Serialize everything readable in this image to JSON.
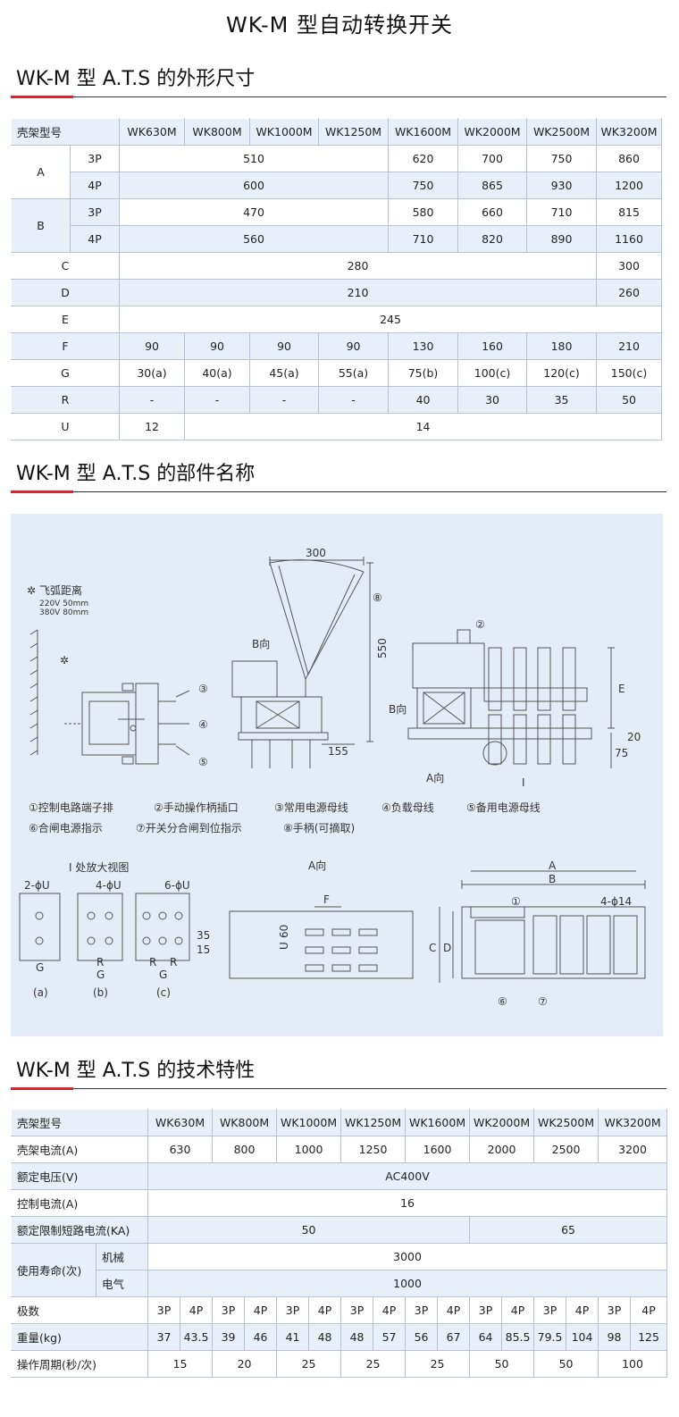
{
  "title": "WK-M 型自动转换开关",
  "sections": {
    "dimensions": "WK-M 型 A.T.S 的外形尺寸",
    "parts": "WK-M 型 A.T.S 的部件名称",
    "specs": "WK-M 型 A.T.S 的技术特性"
  },
  "dim_table": {
    "frame_label": "壳架型号",
    "models": [
      "WK630M",
      "WK800M",
      "WK1000M",
      "WK1250M",
      "WK1600M",
      "WK2000M",
      "WK2500M",
      "WK3200M"
    ],
    "A": {
      "label": "A",
      "p3": "3P",
      "p4": "4P",
      "r3": {
        "m": "510",
        "v": [
          "620",
          "700",
          "750",
          "860"
        ]
      },
      "r4": {
        "m": "600",
        "v": [
          "750",
          "865",
          "930",
          "1200"
        ]
      }
    },
    "B": {
      "label": "B",
      "p3": "3P",
      "p4": "4P",
      "r3": {
        "m": "470",
        "v": [
          "580",
          "660",
          "710",
          "815"
        ]
      },
      "r4": {
        "m": "560",
        "v": [
          "710",
          "820",
          "890",
          "1160"
        ]
      }
    },
    "C": {
      "label": "C",
      "m": "280",
      "last": "300"
    },
    "D": {
      "label": "D",
      "m": "210",
      "last": "260"
    },
    "E": {
      "label": "E",
      "m": "245"
    },
    "F": {
      "label": "F",
      "v": [
        "90",
        "90",
        "90",
        "90",
        "130",
        "160",
        "180",
        "210"
      ]
    },
    "G": {
      "label": "G",
      "v": [
        "30(a)",
        "40(a)",
        "45(a)",
        "55(a)",
        "75(b)",
        "100(c)",
        "120(c)",
        "150(c)"
      ]
    },
    "R": {
      "label": "R",
      "v": [
        "-",
        "-",
        "-",
        "-",
        "40",
        "30",
        "35",
        "50"
      ]
    },
    "U": {
      "label": "U",
      "first": "12",
      "rest": "14"
    }
  },
  "diagram": {
    "arc_title": "飞弧距离",
    "arc_220": "220V 50mm",
    "arc_380": "380V 80mm",
    "star": "✲",
    "dim300": "300",
    "dim550": "550",
    "dim155": "155",
    "dimE": "E",
    "dim20": "20",
    "dim75": "75",
    "dirB1": "B向",
    "dirB2": "B向",
    "dirA": "A向",
    "markI": "I",
    "n1": "①",
    "n2": "②",
    "n3": "③",
    "n4": "④",
    "n5": "⑤",
    "n6": "⑥",
    "n7": "⑦",
    "n8": "⑧",
    "legend": [
      "①控制电路端子排",
      "②手动操作柄插口",
      "③常用电源母线",
      "④负载母线",
      "⑤备用电源母线",
      "⑥合闸电源指示",
      "⑦开关分合闸到位指示",
      "⑧手柄(可摘取)"
    ],
    "zoom_title": "I 处放大视图",
    "a_view": "A向",
    "h1": "2-ϕU",
    "h2": "4-ϕU",
    "h3": "6-ϕU",
    "G": "G",
    "R": "R",
    "sa": "(a)",
    "sb": "(b)",
    "sc": "(c)",
    "d35": "35",
    "d15": "15",
    "F": "F",
    "U": "U",
    "d60": "60",
    "A": "A",
    "B": "B",
    "C": "C",
    "D": "D",
    "h14": "4-ϕ14"
  },
  "spec_table": {
    "frame_label": "壳架型号",
    "models": [
      "WK630M",
      "WK800M",
      "WK1000M",
      "WK1250M",
      "WK1600M",
      "WK2000M",
      "WK2500M",
      "WK3200M"
    ],
    "current": {
      "label": "壳架电流(A)",
      "v": [
        "630",
        "800",
        "1000",
        "1250",
        "1600",
        "2000",
        "2500",
        "3200"
      ]
    },
    "voltage": {
      "label": "额定电压(V)",
      "v": "AC400V"
    },
    "ctrl": {
      "label": "控制电流(A)",
      "v": "16"
    },
    "short": {
      "label": "额定限制短路电流(KA)",
      "a": "50",
      "b": "65"
    },
    "life": {
      "label": "使用寿命(次)",
      "mech": "机械",
      "mech_v": "3000",
      "elec": "电气",
      "elec_v": "1000"
    },
    "poles": {
      "label": "极数",
      "v": [
        "3P",
        "4P",
        "3P",
        "4P",
        "3P",
        "4P",
        "3P",
        "4P",
        "3P",
        "4P",
        "3P",
        "4P",
        "3P",
        "4P",
        "3P",
        "4P"
      ]
    },
    "weight": {
      "label": "重量(kg)",
      "v": [
        "37",
        "43.5",
        "39",
        "46",
        "41",
        "48",
        "48",
        "57",
        "56",
        "67",
        "64",
        "85.5",
        "79.5",
        "104",
        "98",
        "125"
      ]
    },
    "cycle": {
      "label": "操作周期(秒/次)",
      "v": [
        "15",
        "20",
        "25",
        "25",
        "25",
        "50",
        "50",
        "100"
      ]
    }
  }
}
